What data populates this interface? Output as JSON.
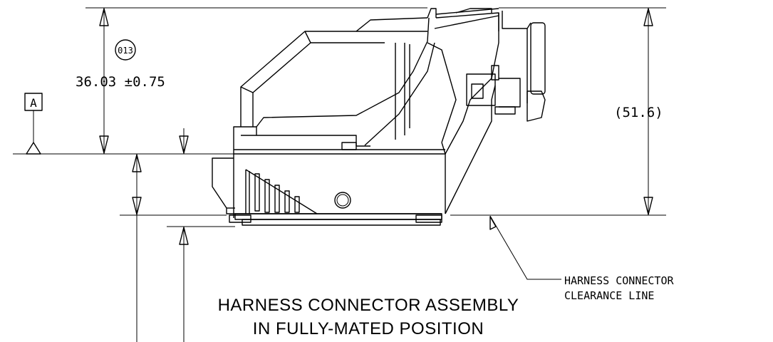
{
  "dimensions": {
    "height_value": "36.03 ±0.75",
    "balloon_label": "013",
    "reference_dimension": "(51.6)"
  },
  "datum": {
    "label": "A"
  },
  "callout": {
    "line1": "HARNESS CONNECTOR",
    "line2": "CLEARANCE LINE"
  },
  "caption": {
    "line1": "HARNESS CONNECTOR ASSEMBLY",
    "line2": "IN FULLY-MATED POSITION"
  }
}
